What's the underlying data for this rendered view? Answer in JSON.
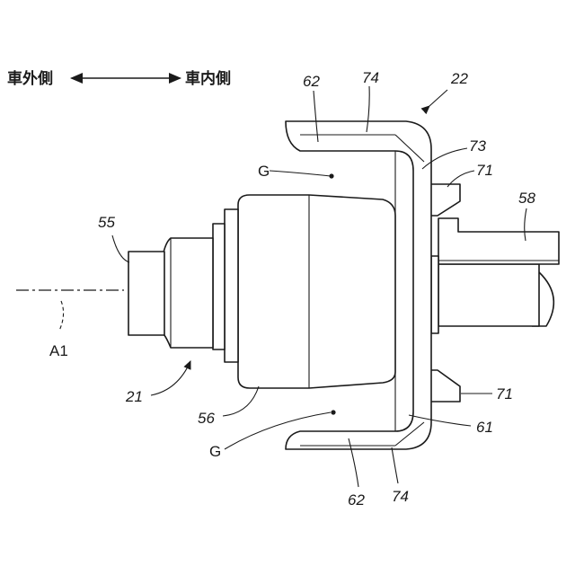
{
  "direction": {
    "outer_side": "車外側",
    "inner_side": "車内側"
  },
  "labels": {
    "l22": "22",
    "l21": "21",
    "l55": "55",
    "l56": "56",
    "l58": "58",
    "l61": "61",
    "l62_top": "62",
    "l62_bottom": "62",
    "l71_top": "71",
    "l71_bottom": "71",
    "l73": "73",
    "l74_top": "74",
    "l74_bottom": "74",
    "g_top": "G",
    "g_bottom": "G",
    "a1": "A1"
  }
}
